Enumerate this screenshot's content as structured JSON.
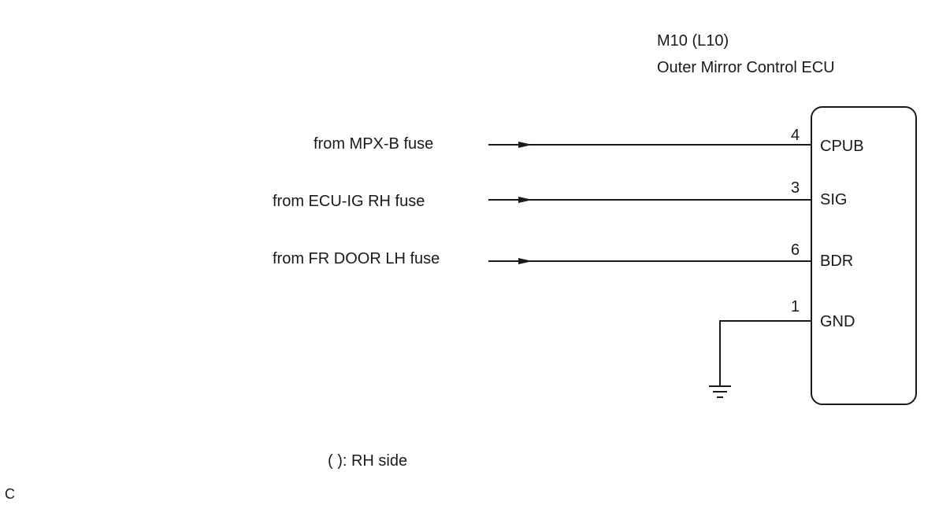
{
  "ecu": {
    "connector_code": "M10 (L10)",
    "name": "Outer Mirror Control ECU"
  },
  "wires": [
    {
      "source": "from MPX-B fuse",
      "pin": "4",
      "terminal": "CPUB"
    },
    {
      "source": "from ECU-IG RH fuse",
      "pin": "3",
      "terminal": "SIG"
    },
    {
      "source": "from FR DOOR LH fuse",
      "pin": "6",
      "terminal": "BDR"
    }
  ],
  "ground": {
    "pin": "1",
    "terminal": "GND"
  },
  "legend": "( ): RH side",
  "corner_label": "C"
}
